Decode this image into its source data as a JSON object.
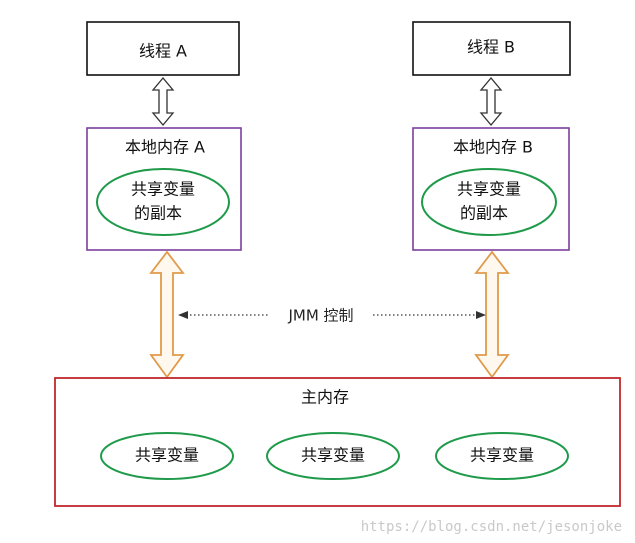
{
  "thread_a": {
    "label": "线程 A"
  },
  "thread_b": {
    "label": "线程 B"
  },
  "local_memory_a": {
    "label": "本地内存 A",
    "copy_line1": "共享变量",
    "copy_line2": "的副本"
  },
  "local_memory_b": {
    "label": "本地内存 B",
    "copy_line1": "共享变量",
    "copy_line2": "的副本"
  },
  "jmm_control": {
    "label": "JMM 控制"
  },
  "main_memory": {
    "label": "主内存",
    "variables": [
      "共享变量",
      "共享变量",
      "共享变量"
    ]
  },
  "watermark": "https://blog.csdn.net/jesonjoke",
  "colors": {
    "thread_border": "#111111",
    "local_memory_border": "#7b3f9e",
    "main_memory_border": "#c0282c",
    "oval_stroke": "#1e9a4a",
    "orange_arrow_stroke": "#e09a4a",
    "orange_arrow_fill": "#fff8ee",
    "thread_arrow_stroke": "#333333"
  }
}
